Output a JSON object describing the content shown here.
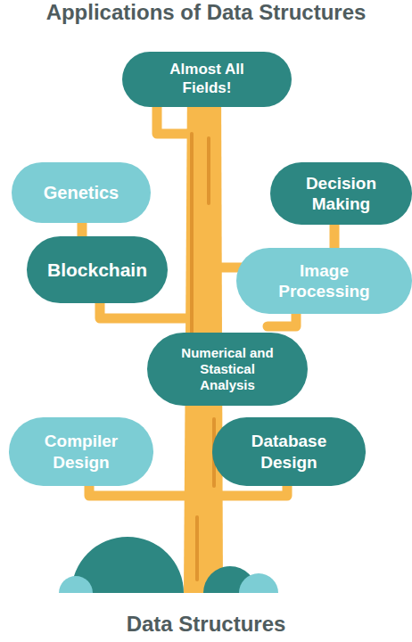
{
  "diagram": {
    "title": "Applications of Data Structures",
    "caption": "Data Structures",
    "nodes": [
      {
        "text": [
          "Almost All Fields!"
        ]
      },
      {
        "text": [
          "Genetics"
        ]
      },
      {
        "text": [
          "Decision Making"
        ]
      },
      {
        "text": [
          "Blockchain"
        ]
      },
      {
        "text": [
          "Image Processing"
        ]
      },
      {
        "text": [
          "Numerical and Stastical Analysis"
        ]
      },
      {
        "text": [
          "Compiler Design"
        ]
      },
      {
        "text": [
          "Database Design"
        ]
      }
    ]
  }
}
